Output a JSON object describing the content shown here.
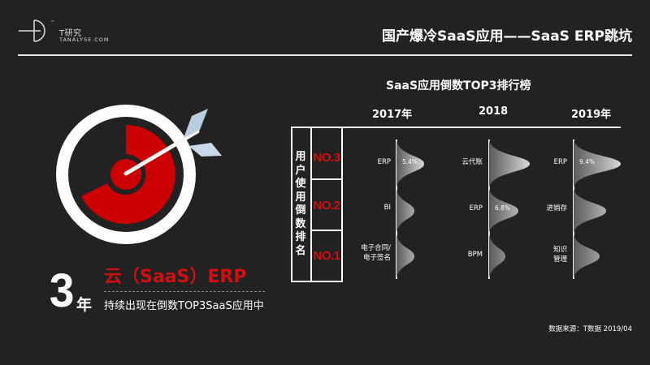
{
  "logo": {
    "name_cn": "T研究",
    "name_en": "TANALYSE.COM"
  },
  "header": {
    "title": "国产爆冷SaaS应用——SaaS ERP跳坑"
  },
  "highlight": {
    "count": "3",
    "unit": "年",
    "headline": "云（SaaS）ERP",
    "subline": "持续出现在倒数TOP3SaaS应用中"
  },
  "chart_data": {
    "type": "table",
    "title": "SaaS应用倒数TOP3排行榜",
    "row_header": "用户使用倒数排名",
    "ranks": [
      "NO.3",
      "NO.2",
      "NO.1"
    ],
    "columns": [
      {
        "year": "2017年",
        "items": [
          {
            "rank": "NO.3",
            "name": "ERP",
            "value": "5.4%"
          },
          {
            "rank": "NO.2",
            "name": "BI",
            "value": ""
          },
          {
            "rank": "NO.1",
            "name": "电子合同/\n电子签名",
            "value": ""
          }
        ]
      },
      {
        "year": "2018",
        "items": [
          {
            "rank": "NO.3",
            "name": "云代账",
            "value": ""
          },
          {
            "rank": "NO.2",
            "name": "ERP",
            "value": "6.8%"
          },
          {
            "rank": "NO.1",
            "name": "BPM",
            "value": ""
          }
        ]
      },
      {
        "year": "2019年",
        "items": [
          {
            "rank": "NO.3",
            "name": "ERP",
            "value": "9.4%"
          },
          {
            "rank": "NO.2",
            "name": "进销存",
            "value": ""
          },
          {
            "rank": "NO.1",
            "name": "知识\n管理",
            "value": ""
          }
        ]
      }
    ]
  },
  "chart": {
    "title": "SaaS应用倒数TOP3排行榜",
    "row_header": "用户使用倒数排名",
    "ranks": [
      "NO.3",
      "NO.2",
      "NO.1"
    ],
    "years": [
      "2017年",
      "2018",
      "2019年"
    ],
    "col2017": {
      "r3": "ERP",
      "r3_pct": "5.4%",
      "r2": "BI",
      "r1a": "电子合同/",
      "r1b": "电子签名"
    },
    "col2018": {
      "r3": "云代账",
      "r2": "ERP",
      "r2_pct": "6.8%",
      "r1": "BPM"
    },
    "col2019": {
      "r3": "ERP",
      "r3_pct": "9.4%",
      "r2": "进销存",
      "r1a": "知识",
      "r1b": "管理"
    }
  },
  "colors": {
    "background": "#222222",
    "accent_red": "#d10f0f",
    "text": "#ffffff"
  },
  "footer": {
    "source": "数据来源：T数据 2019/04"
  }
}
